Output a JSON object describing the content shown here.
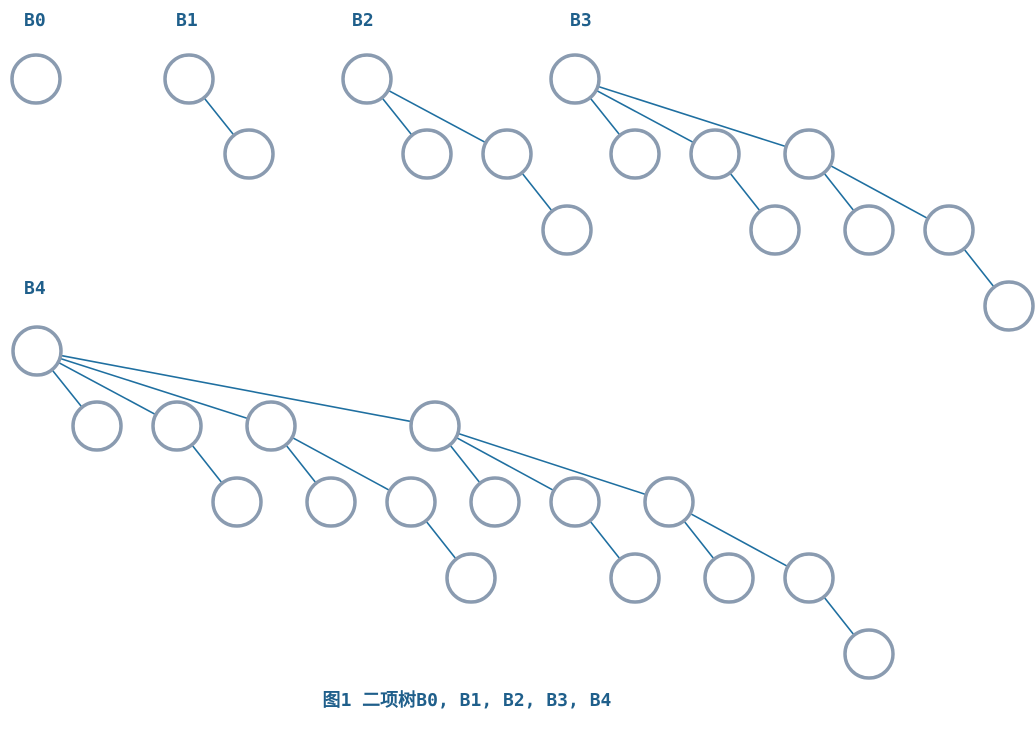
{
  "colors": {
    "label": "#1f5f8b",
    "edge": "#1f6fa0",
    "node_stroke": "#8a9bb0"
  },
  "trees": [
    {
      "label": "B0"
    },
    {
      "label": "B1"
    },
    {
      "label": "B2"
    },
    {
      "label": "B3"
    },
    {
      "label": "B4"
    }
  ],
  "caption": "图1 二项树B0, B1, B2, B3, B4"
}
